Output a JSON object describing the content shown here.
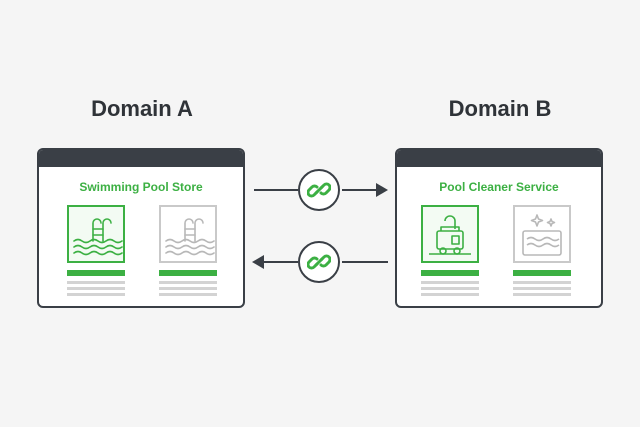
{
  "domain_a": {
    "title": "Domain A",
    "site_name": "Swimming Pool Store",
    "cards": [
      {
        "icon": "pool-ladder-icon",
        "active": true
      },
      {
        "icon": "pool-ladder-icon",
        "active": false
      }
    ]
  },
  "domain_b": {
    "title": "Domain B",
    "site_name": "Pool Cleaner Service",
    "cards": [
      {
        "icon": "pool-cleaner-machine-icon",
        "active": true
      },
      {
        "icon": "sparkling-pool-icon",
        "active": false
      }
    ]
  },
  "links": [
    {
      "icon": "chain-link-icon",
      "direction": "a-to-b"
    },
    {
      "icon": "chain-link-icon",
      "direction": "b-to-a"
    }
  ],
  "colors": {
    "accent": "#3cb043",
    "dark": "#3a3f46",
    "muted": "#c9c9c9",
    "background": "#f5f5f5"
  }
}
